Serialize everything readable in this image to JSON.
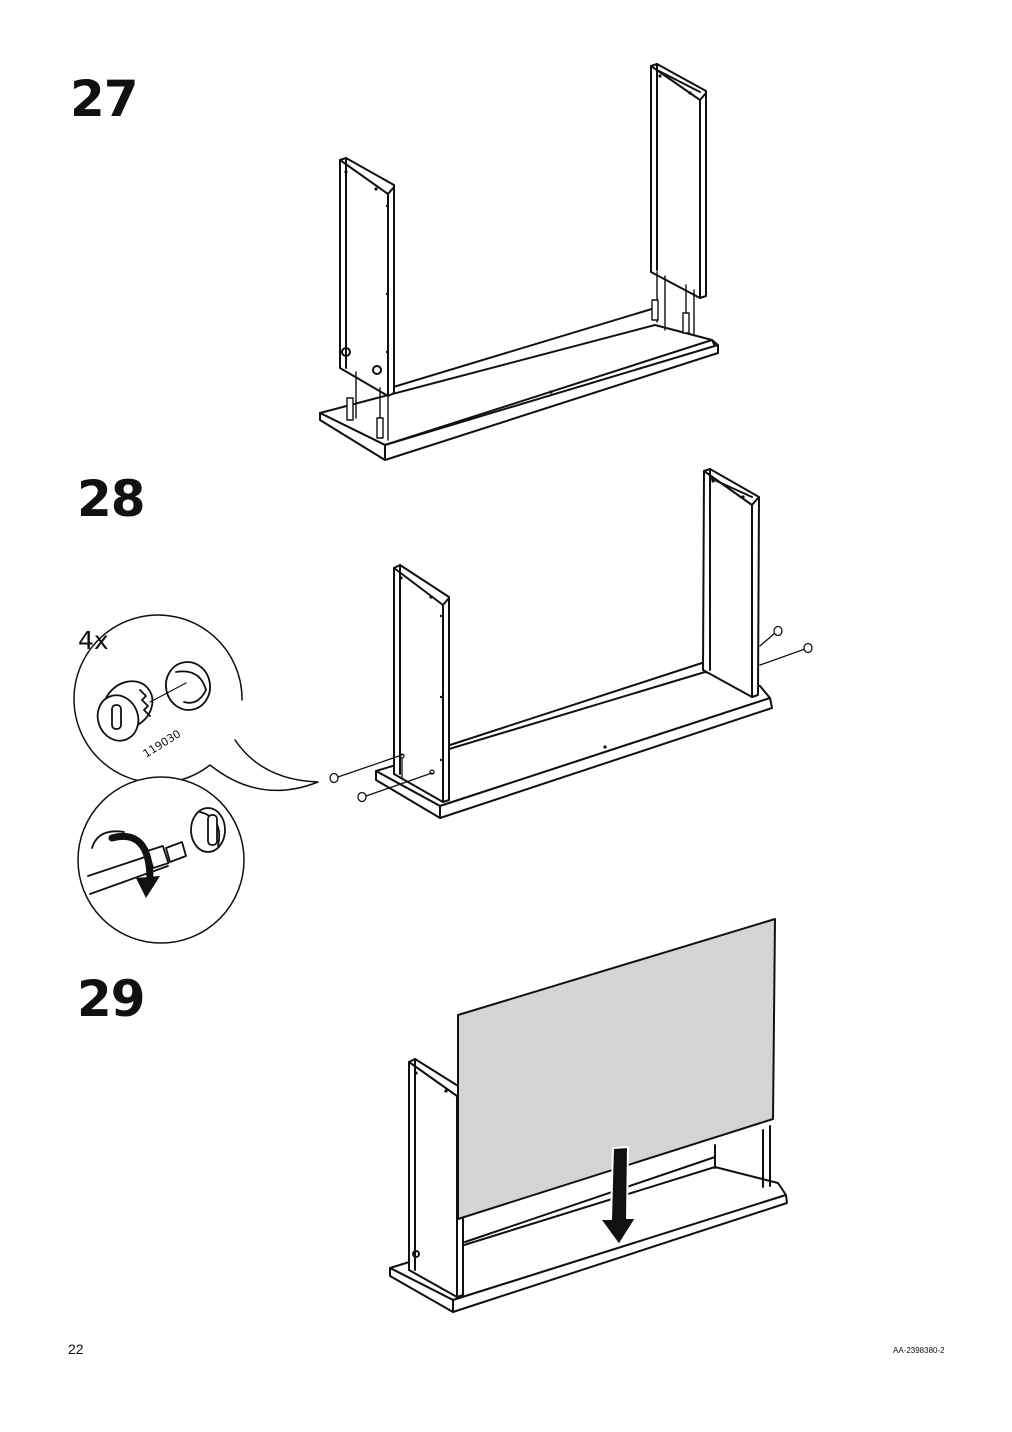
{
  "steps": [
    {
      "number": "27"
    },
    {
      "number": "28",
      "callout": {
        "quantity": "4x",
        "part_number": "119030"
      }
    },
    {
      "number": "29"
    }
  ],
  "footer": {
    "page_number": "22",
    "document_code": "AA-2398380-2"
  },
  "colors": {
    "line": "#111111",
    "back_panel_fill": "#d4d4d4",
    "background": "#ffffff"
  },
  "icons": [
    "cam-lock-fitting",
    "screwdriver-turn-arrow",
    "push-down-arrow"
  ]
}
